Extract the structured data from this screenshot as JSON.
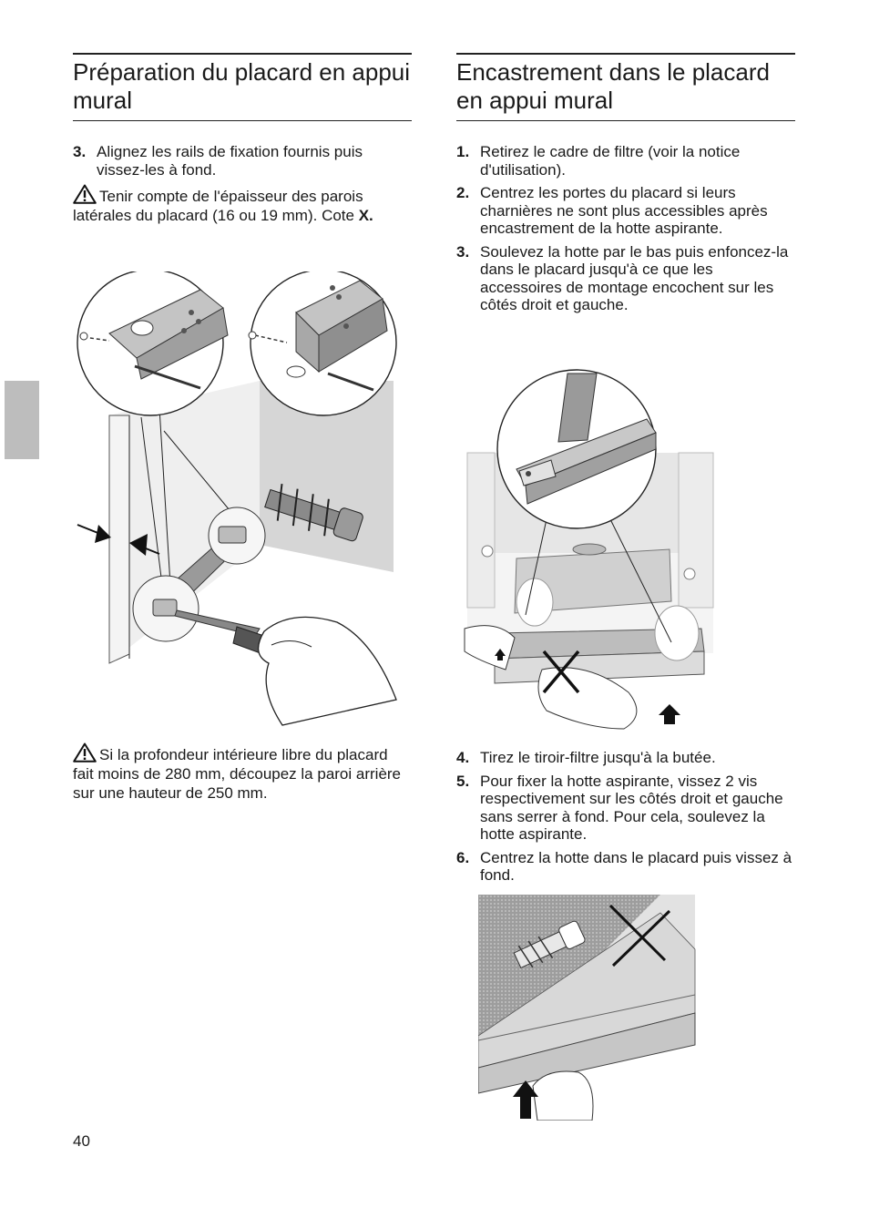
{
  "left": {
    "title": "Préparation du placard en appui mural",
    "step": {
      "num": "3.",
      "text": "Alignez les rails de fixation fournis puis vissez-les à fond."
    },
    "note1": {
      "text": "Tenir compte de l'épaisseur des parois latérales du placard (16 ou 19 mm). Cote ",
      "bold": "X."
    },
    "note2": {
      "text": "Si la profondeur intérieure libre du placard fait moins de 280 mm, découpez la paroi arrière sur une hauteur de 250 mm."
    }
  },
  "right": {
    "title": "Encastrement dans le placard en appui mural",
    "steps_a": [
      {
        "num": "1.",
        "text": "Retirez le cadre de filtre (voir la notice d'utilisation)."
      },
      {
        "num": "2.",
        "text": "Centrez les portes du placard si leurs charnières ne sont plus accessibles après encastrement de la hotte aspirante."
      },
      {
        "num": "3.",
        "text": "Soulevez la hotte par le bas puis enfoncez-la dans le placard jusqu'à ce que les accessoires de montage encochent sur les côtés droit et gauche."
      }
    ],
    "steps_b": [
      {
        "num": "4.",
        "text": "Tirez le tiroir-filtre jusqu'à la butée."
      },
      {
        "num": "5.",
        "text": "Pour fixer la hotte aspirante, vissez 2 vis respectivement sur les côtés droit et gauche sans serrer à fond. Pour cela, soulevez la hotte aspirante."
      },
      {
        "num": "6.",
        "text": "Centrez la hotte dans le placard puis vissez à fond."
      }
    ]
  },
  "page_number": "40"
}
